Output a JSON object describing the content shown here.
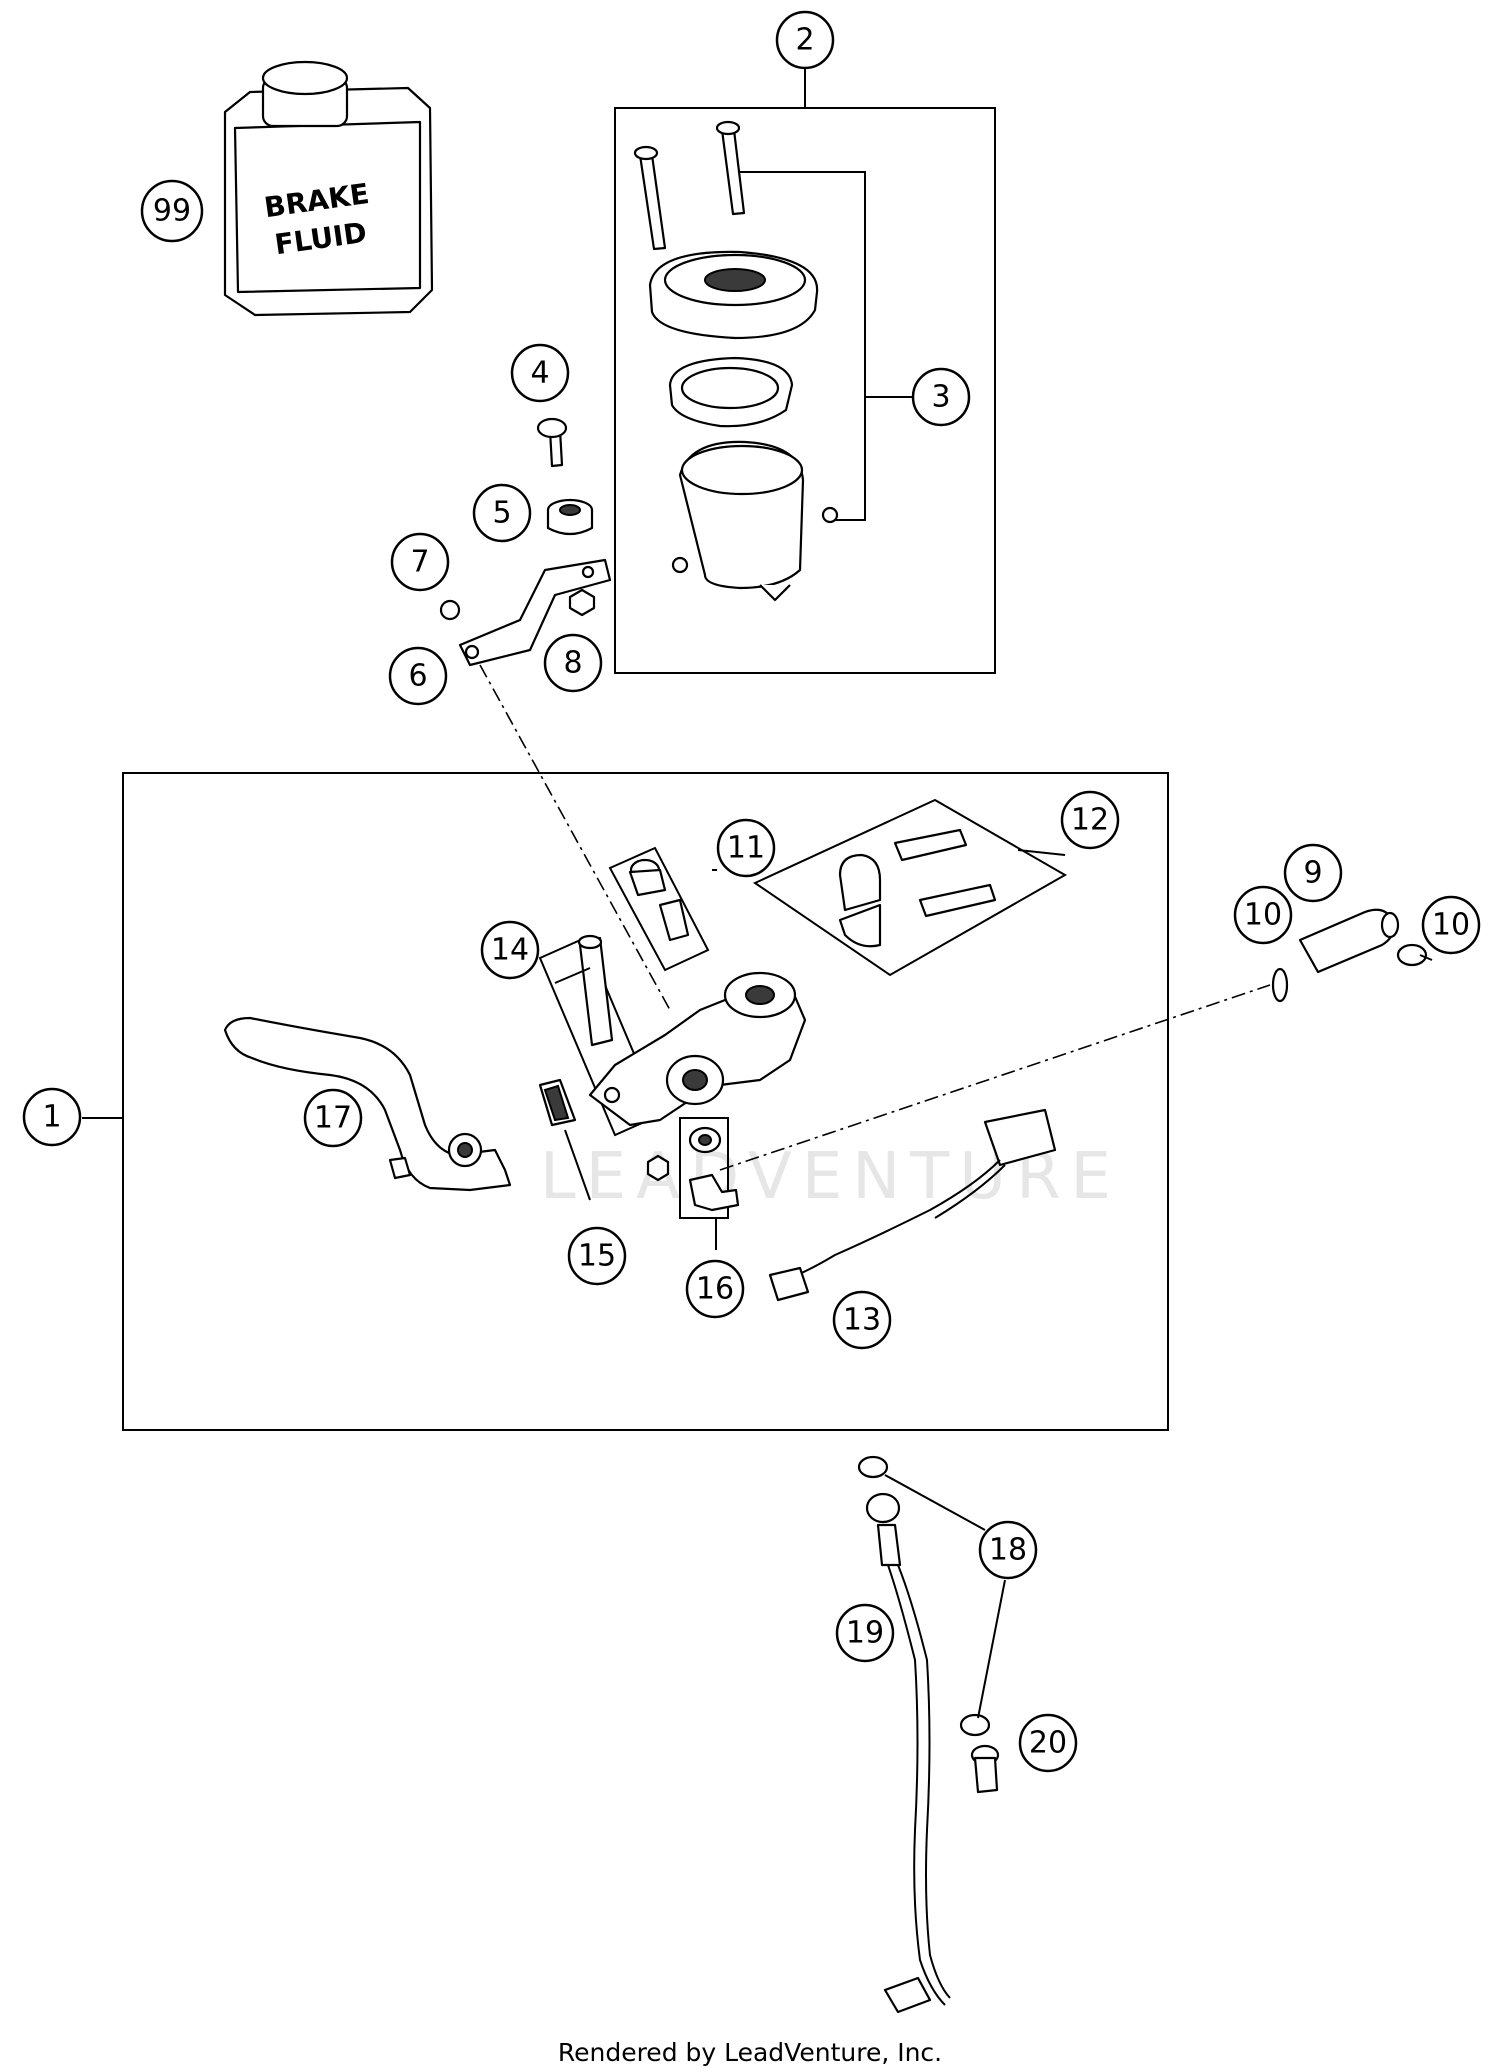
{
  "bottle": {
    "line1": "BRAKE",
    "line2": "FLUID"
  },
  "watermark": "LEADVENTURE",
  "footer": "Rendered by LeadVenture, Inc.",
  "callouts": {
    "c99": "99",
    "c1": "1",
    "c2": "2",
    "c3": "3",
    "c4": "4",
    "c5": "5",
    "c6": "6",
    "c7": "7",
    "c8": "8",
    "c9": "9",
    "c10a": "10",
    "c10b": "10",
    "c11": "11",
    "c12": "12",
    "c13": "13",
    "c14": "14",
    "c15": "15",
    "c16": "16",
    "c17": "17",
    "c18": "18",
    "c19": "19",
    "c20": "20"
  }
}
